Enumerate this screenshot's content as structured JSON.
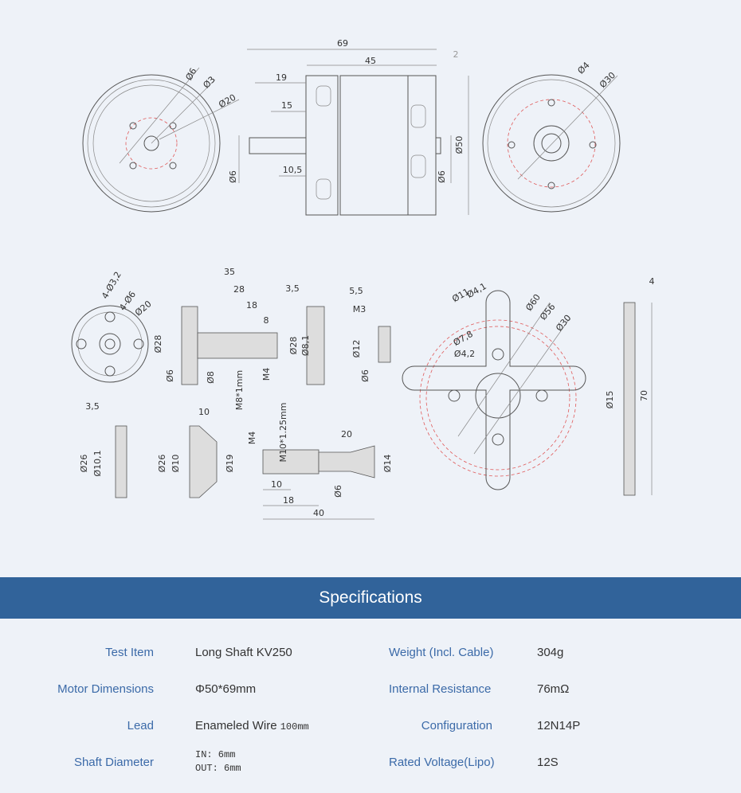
{
  "drawing": {
    "labels": [
      "69",
      "45",
      "2",
      "19",
      "15",
      "10,5",
      "Ø6",
      "Ø50",
      "Ø6",
      "Ø6",
      "Ø3",
      "Ø20",
      "Ø4",
      "Ø30",
      "4-Ø3,2",
      "4-Ø6",
      "Ø20",
      "35",
      "28",
      "18",
      "8",
      "Ø28",
      "Ø6",
      "Ø8",
      "M8*1mm",
      "M4",
      "3,5",
      "Ø28",
      "Ø8,1",
      "5,5",
      "M3",
      "Ø12",
      "Ø6",
      "Ø4,1",
      "Ø11",
      "Ø60",
      "Ø56",
      "Ø30",
      "Ø7,8",
      "Ø4,2",
      "4",
      "Ø15",
      "70",
      "3,5",
      "Ø26",
      "Ø10,1",
      "10",
      "Ø26",
      "Ø10",
      "Ø19",
      "M4",
      "M10*1.25mm",
      "20",
      "Ø14",
      "10",
      "Ø6",
      "18",
      "40"
    ]
  },
  "section_title": "Specifications",
  "specs": [
    {
      "label": "Test Item",
      "value": "Long Shaft KV250",
      "label2": "Weight (Incl. Cable)",
      "value2": "304g"
    },
    {
      "label": "Motor Dimensions",
      "value": "Φ50*69mm",
      "label2": "Internal Resistance",
      "value2": "76mΩ"
    },
    {
      "label": "Lead",
      "value": "Enameled Wire",
      "value_suffix": "100mm",
      "label2": "Configuration",
      "value2": "12N14P"
    },
    {
      "label": "Shaft Diameter",
      "value_in": "IN: 6mm",
      "value_out": "OUT: 6mm",
      "label2": "Rated Voltage(Lipo)",
      "value2": "12S"
    }
  ],
  "colors": {
    "banner": "#31639a",
    "label": "#3b6aa8",
    "background": "#eef2f8"
  }
}
